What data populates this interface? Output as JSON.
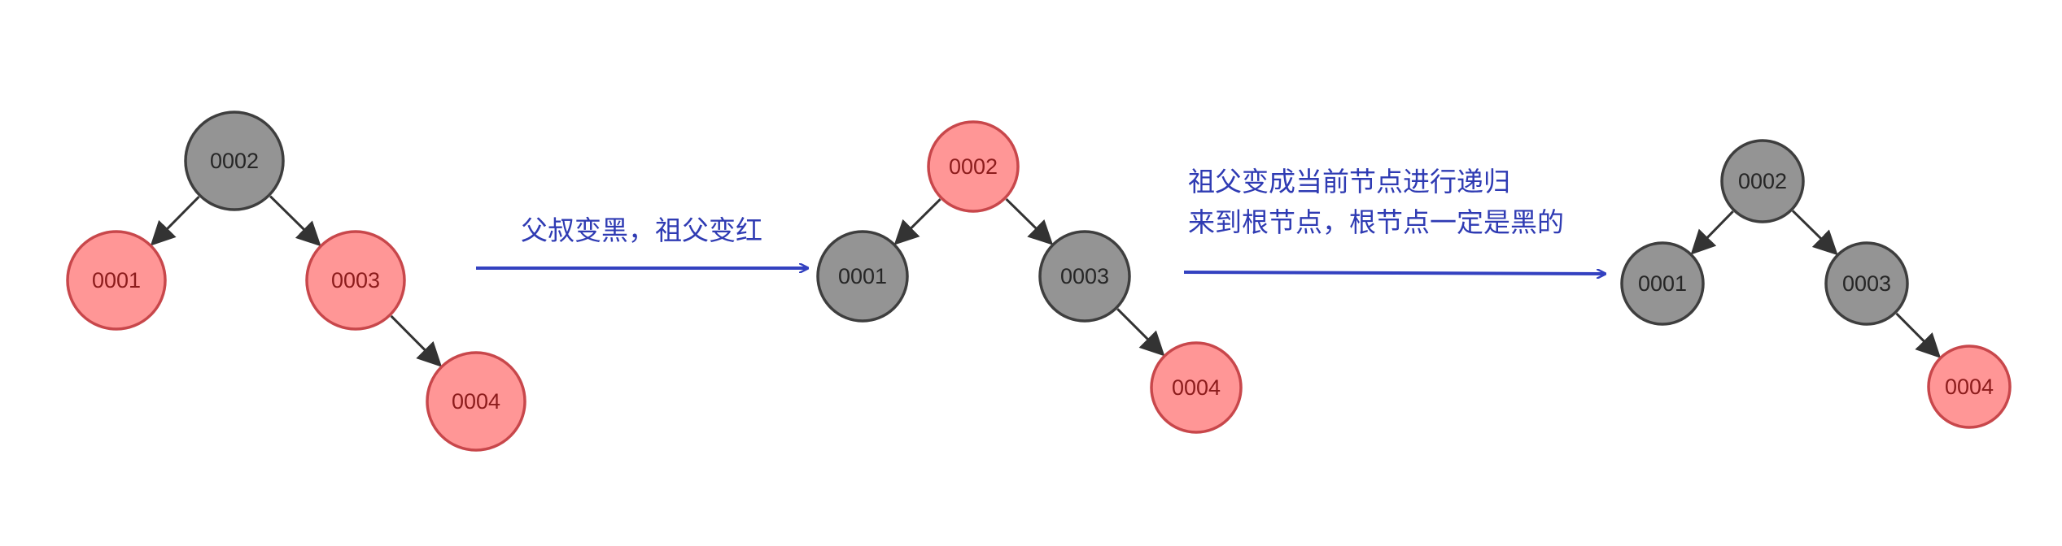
{
  "colors": {
    "red_fill": "#ff9696",
    "red_stroke": "#c8474b",
    "red_text": "#8c1c1c",
    "black_fill": "#949494",
    "black_stroke": "#3e3e3e",
    "black_text": "#262626",
    "edge": "#333333",
    "transition_arrow": "#3341c0",
    "caption_text": "#2f3bb3"
  },
  "trees": [
    {
      "nodes": [
        {
          "id": "n2",
          "label": "0002",
          "color": "black"
        },
        {
          "id": "n1",
          "label": "0001",
          "color": "red"
        },
        {
          "id": "n3",
          "label": "0003",
          "color": "red"
        },
        {
          "id": "n4",
          "label": "0004",
          "color": "red"
        }
      ],
      "edges": [
        [
          "n2",
          "n1"
        ],
        [
          "n2",
          "n3"
        ],
        [
          "n3",
          "n4"
        ]
      ]
    },
    {
      "nodes": [
        {
          "id": "n2",
          "label": "0002",
          "color": "red"
        },
        {
          "id": "n1",
          "label": "0001",
          "color": "black"
        },
        {
          "id": "n3",
          "label": "0003",
          "color": "black"
        },
        {
          "id": "n4",
          "label": "0004",
          "color": "red"
        }
      ],
      "edges": [
        [
          "n2",
          "n1"
        ],
        [
          "n2",
          "n3"
        ],
        [
          "n3",
          "n4"
        ]
      ]
    },
    {
      "nodes": [
        {
          "id": "n2",
          "label": "0002",
          "color": "black"
        },
        {
          "id": "n1",
          "label": "0001",
          "color": "black"
        },
        {
          "id": "n3",
          "label": "0003",
          "color": "black"
        },
        {
          "id": "n4",
          "label": "0004",
          "color": "red"
        }
      ],
      "edges": [
        [
          "n2",
          "n1"
        ],
        [
          "n2",
          "n3"
        ],
        [
          "n3",
          "n4"
        ]
      ]
    }
  ],
  "transitions": [
    {
      "lines": [
        "父叔变黑，祖父变红"
      ]
    },
    {
      "lines": [
        "祖父变成当前节点进行递归",
        "来到根节点，根节点一定是黑的"
      ]
    }
  ]
}
